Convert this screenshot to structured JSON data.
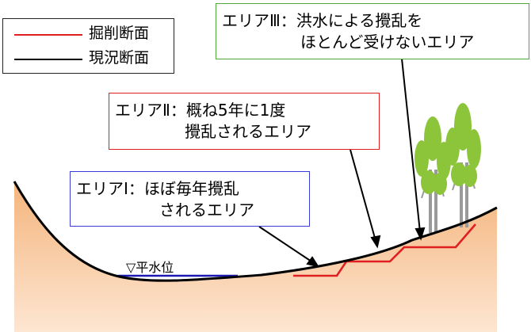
{
  "legend": {
    "excavated_label": "掘削断面",
    "current_label": "現況断面",
    "excavated_color": "#e02020",
    "current_color": "#000000"
  },
  "areas": [
    {
      "line1": "エリアⅠ：ほぼ毎年攪乱",
      "line2": "されるエリア",
      "border_color": "#3a3ad6"
    },
    {
      "line1": "エリアⅡ：概ね5年に1度",
      "line2": "攪乱されるエリア",
      "border_color": "#e02020"
    },
    {
      "line1": "エリアⅢ：洪水による攪乱を",
      "line2": "ほとんど受けないエリア",
      "border_color": "#4ea83a"
    }
  ],
  "water_level_label": "▽平水位",
  "colors": {
    "ground_top": "#f4b47c",
    "ground_bottom": "#fde6d2",
    "tree_foliage": "#8cc43a",
    "tree_trunk": "#9a9a9a",
    "water_line": "#1a1ab0"
  }
}
